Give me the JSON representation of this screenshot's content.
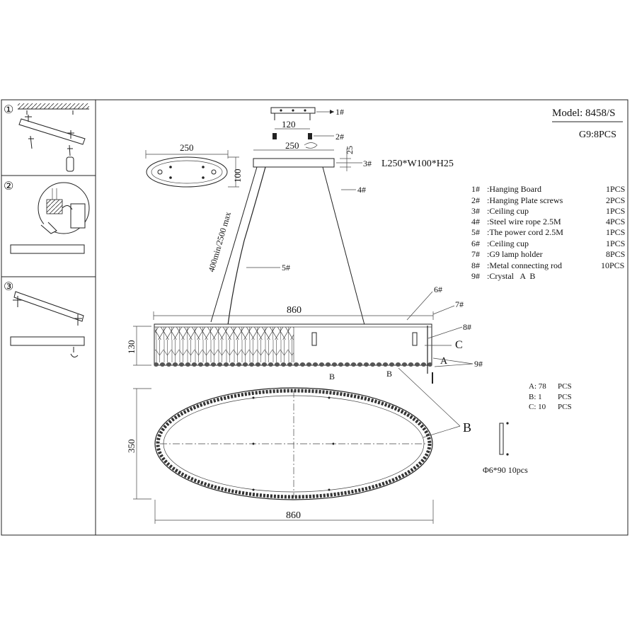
{
  "model": {
    "label": "Model:",
    "value": "8458/S"
  },
  "bulb_spec": "G9:8PCS",
  "dimensions": {
    "hanging_board_width": "120",
    "ceiling_cup_length": "250",
    "ceiling_cup_height": "25",
    "top_view_length": "250",
    "top_view_width": "100",
    "ceiling_cup_spec": "L250*W100*H25",
    "cable_length": "400min/2500 max",
    "fixture_length": "860",
    "fixture_height": "130",
    "oval_length": "860",
    "oval_width": "350"
  },
  "callouts": [
    "1#",
    "2#",
    "3#",
    "4#",
    "5#",
    "6#",
    "7#",
    "8#",
    "9#"
  ],
  "letters": {
    "a": "A",
    "b": "B",
    "c": "C"
  },
  "parts": [
    {
      "id": "1#",
      "name": ":Hanging Board",
      "qty": "1PCS"
    },
    {
      "id": "2#",
      "name": ":Hanging Plate screws",
      "qty": "2PCS"
    },
    {
      "id": "3#",
      "name": ":Ceiling cup",
      "qty": "1PCS"
    },
    {
      "id": "4#",
      "name": ":Steel wire rope 2.5M",
      "qty": "4PCS"
    },
    {
      "id": "5#",
      "name": ":The power cord 2.5M",
      "qty": "1PCS"
    },
    {
      "id": "6#",
      "name": ":Ceiling cup",
      "qty": "1PCS"
    },
    {
      "id": "7#",
      "name": ":G9 lamp holder",
      "qty": "8PCS"
    },
    {
      "id": "8#",
      "name": ":Metal connecting rod",
      "qty": "10PCS"
    },
    {
      "id": "9#",
      "name": ":Crystal   A  B",
      "qty": ""
    }
  ],
  "crystals": [
    {
      "label": "A: 78",
      "qty": "PCS"
    },
    {
      "label": "B: 1",
      "qty": "PCS"
    },
    {
      "label": "C: 10",
      "qty": "PCS"
    }
  ],
  "rod_spec": "Φ6*90   10pcs",
  "steps": [
    "①",
    "②",
    "③"
  ]
}
